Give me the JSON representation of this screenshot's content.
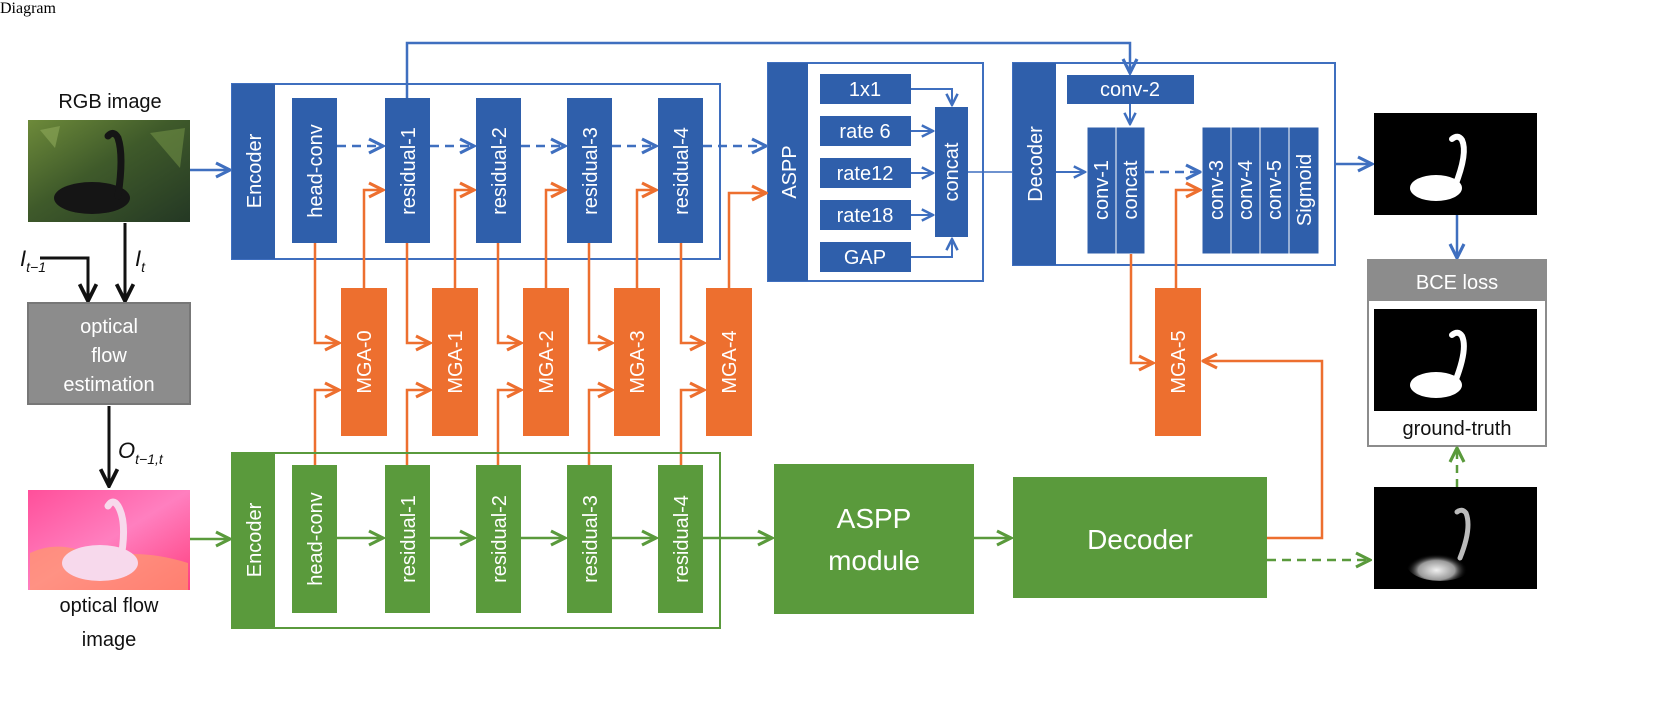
{
  "colors": {
    "blue": "#2f5fab",
    "blue_line": "#3f6fbf",
    "orange": "#ed6f2f",
    "green": "#5a9a3c",
    "gray": "#8c8c8c",
    "black": "#111111"
  },
  "icons": {
    "rgb_image": "black-swan-photo",
    "optical_flow_image": "pink-optical-flow-swan",
    "prediction": "swan-saliency-mask",
    "ground_truth": "swan-ground-truth-mask",
    "flow_prediction": "blurry-swan-mask"
  },
  "labels": {
    "rgb_image": "RGB image",
    "optical_flow_image_line1": "optical flow",
    "optical_flow_image_line2": "image",
    "optical_flow_estimation_line1": "optical",
    "optical_flow_estimation_line2": "flow",
    "optical_flow_estimation_line3": "estimation",
    "it_prev_base": "I",
    "it_prev_sub": "t−1",
    "it_base": "I",
    "it_sub": "t",
    "o_base": "O",
    "o_sub": "t−1,t",
    "bce_loss": "BCE loss",
    "ground_truth": "ground-truth"
  },
  "blue_branch": {
    "encoder": "Encoder",
    "head_conv": "head-conv",
    "residual_1": "residual-1",
    "residual_2": "residual-2",
    "residual_3": "residual-3",
    "residual_4": "residual-4",
    "aspp": "ASPP",
    "aspp_1x1": "1x1",
    "aspp_rate6": "rate 6",
    "aspp_rate12": "rate12",
    "aspp_rate18": "rate18",
    "aspp_gap": "GAP",
    "aspp_concat": "concat",
    "decoder": "Decoder",
    "conv_2": "conv-2",
    "conv_1": "conv-1",
    "dec_concat": "concat",
    "conv_3": "conv-3",
    "conv_4": "conv-4",
    "conv_5": "conv-5",
    "sigmoid": "Sigmoid"
  },
  "mga": {
    "mga_0": "MGA-0",
    "mga_1": "MGA-1",
    "mga_2": "MGA-2",
    "mga_3": "MGA-3",
    "mga_4": "MGA-4",
    "mga_5": "MGA-5"
  },
  "green_branch": {
    "encoder": "Encoder",
    "head_conv": "head-conv",
    "residual_1": "residual-1",
    "residual_2": "residual-2",
    "residual_3": "residual-3",
    "residual_4": "residual-4",
    "aspp_line1": "ASPP",
    "aspp_line2": "module",
    "decoder": "Decoder"
  }
}
